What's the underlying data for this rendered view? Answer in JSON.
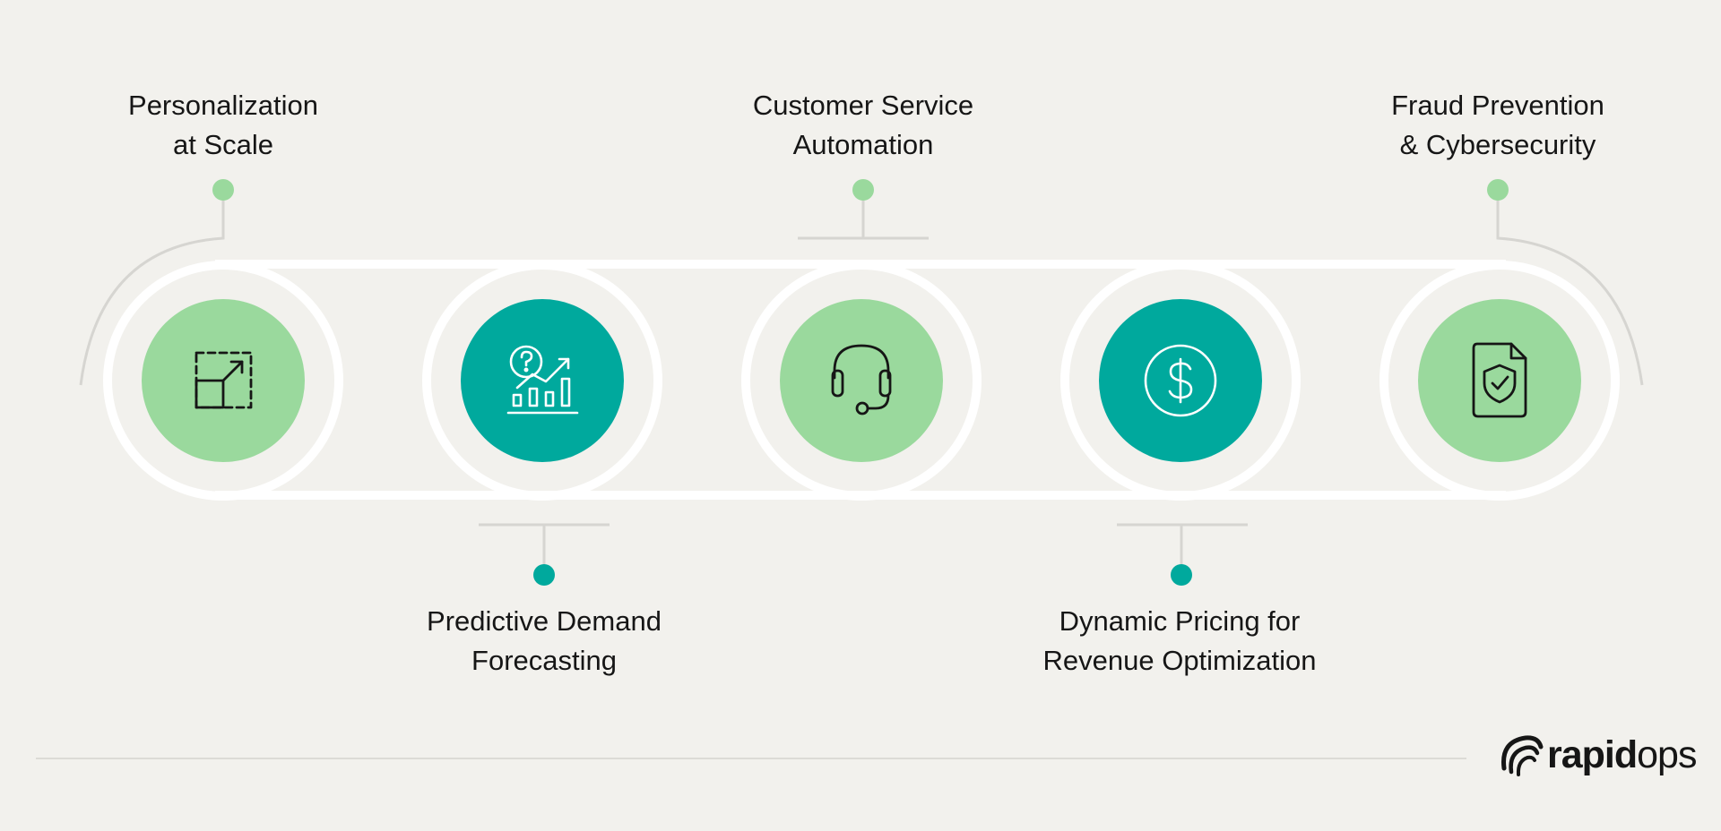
{
  "colors": {
    "background": "#f2f1ed",
    "light_green": "#9ad99d",
    "teal": "#00a99d",
    "connector_gray": "#d6d5d1",
    "ring_white": "#ffffff",
    "icon_dark": "#161616",
    "icon_light": "#ffffff"
  },
  "items": [
    {
      "id": "personalization",
      "line1": "Personalization",
      "line2": "at Scale",
      "icon": "resize-expand-icon",
      "fill": "light_green"
    },
    {
      "id": "predictive",
      "line1": "Predictive Demand",
      "line2": "Forecasting",
      "icon": "chart-forecast-icon",
      "fill": "teal"
    },
    {
      "id": "customer-service",
      "line1": "Customer Service",
      "line2": "Automation",
      "icon": "headset-icon",
      "fill": "light_green"
    },
    {
      "id": "dynamic-pricing",
      "line1": "Dynamic Pricing for",
      "line2": "Revenue Optimization",
      "icon": "dollar-coin-icon",
      "fill": "teal"
    },
    {
      "id": "fraud",
      "line1": "Fraud Prevention",
      "line2": "& Cybersecurity",
      "icon": "shield-document-icon",
      "fill": "light_green"
    }
  ],
  "logo": {
    "bold": "rapid",
    "light": "ops",
    "icon": "rapidops-swirl-icon"
  }
}
